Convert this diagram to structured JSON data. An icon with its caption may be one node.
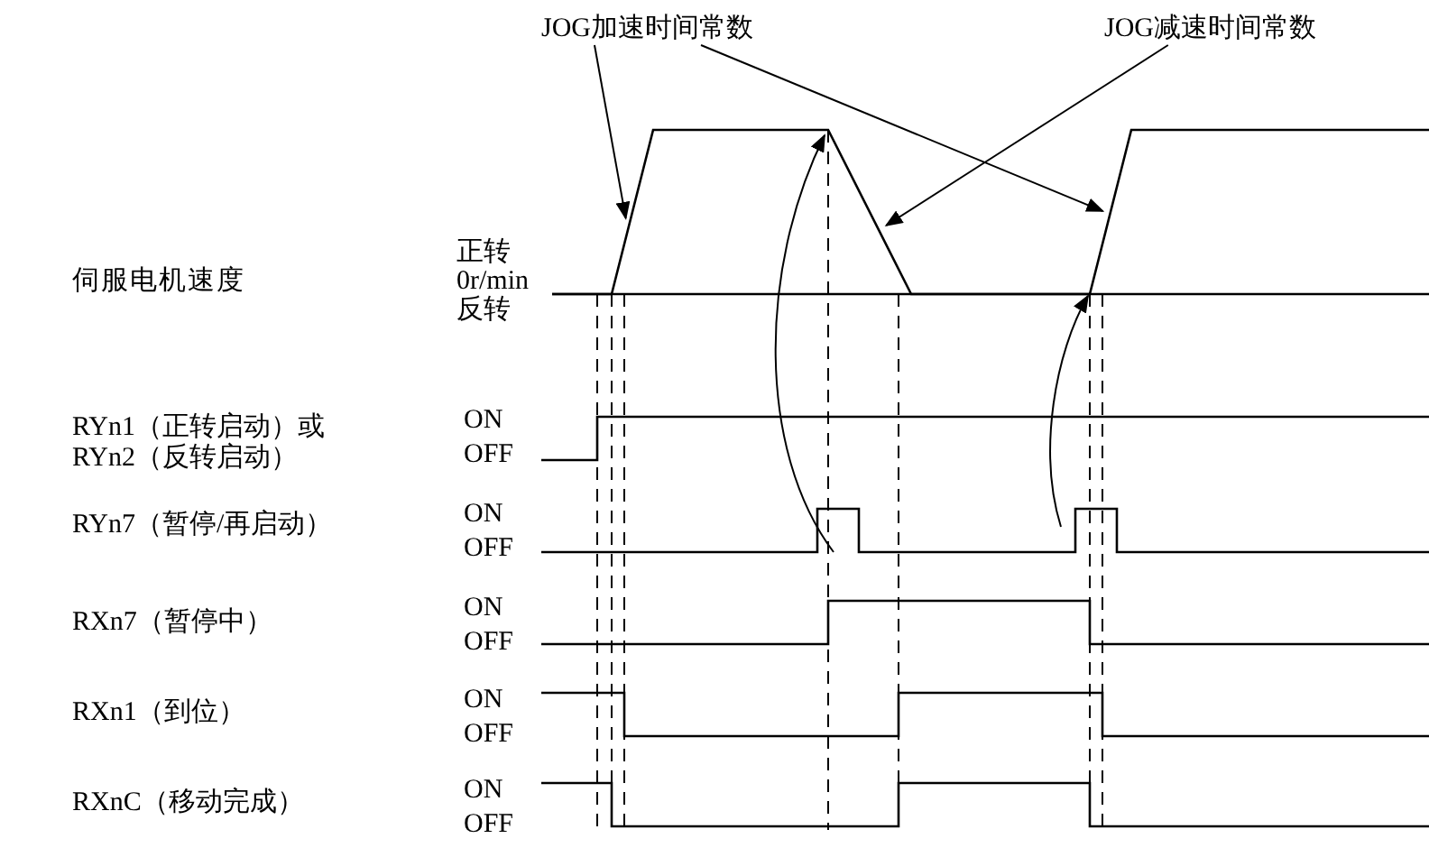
{
  "diagram": {
    "nodes": [
      {
        "text": [
          "JOG加速时间常数"
        ]
      },
      {
        "text": [
          "JOG减速时间常数"
        ]
      },
      {
        "text": [],
        "shape": "line"
      }
    ],
    "edges": [
      {
        "from": 0,
        "to": 2,
        "arrow": "to"
      },
      {
        "from": 0,
        "to": 2,
        "arrow": "to"
      },
      {
        "from": 1,
        "to": 2,
        "arrow": "to"
      }
    ],
    "labels": [
      "伺服电机速度",
      "正转",
      "0r/min",
      "反转",
      "RYn1（正转启动）或 RYn2（反转启动）",
      "ON",
      "OFF",
      "RYn7（暂停/再启动）",
      "ON",
      "OFF",
      "RXn7（暂停中）",
      "ON",
      "OFF",
      "RXn1（到位）",
      "ON",
      "OFF",
      "RXnC（移动完成）",
      "ON",
      "OFF"
    ]
  }
}
